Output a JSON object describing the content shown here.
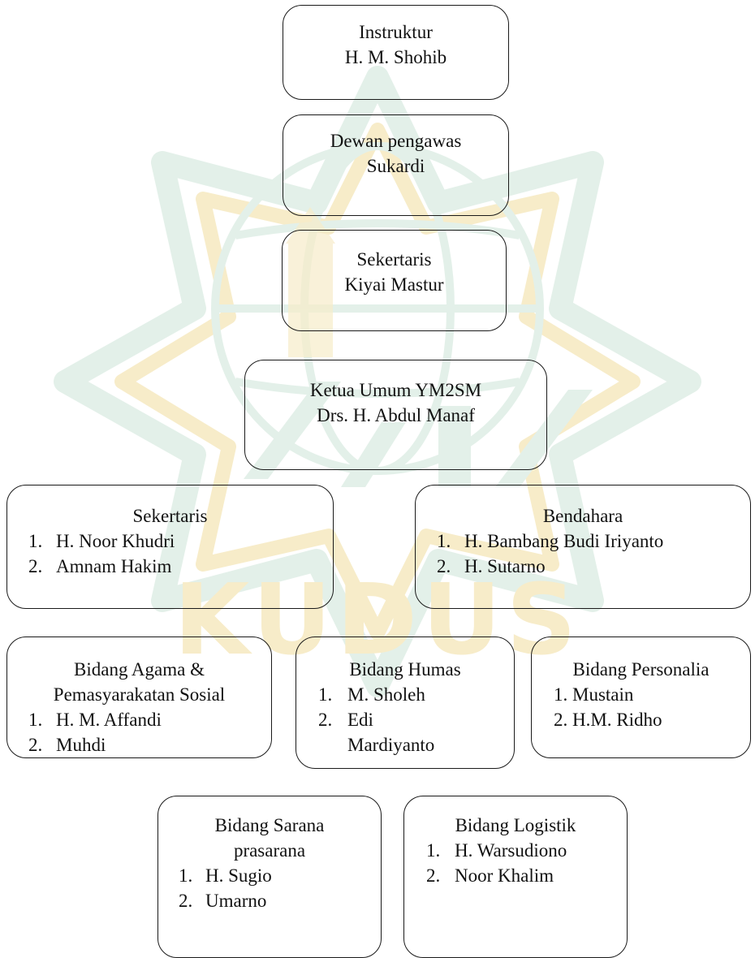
{
  "top_chain": [
    {
      "title": "Instruktur",
      "name": "H. M. Shohib"
    },
    {
      "title": "Dewan pengawas",
      "name": "Sukardi"
    },
    {
      "title": "Sekertaris",
      "name": "Kiyai Mastur"
    },
    {
      "title": "Ketua Umum YM2SM",
      "name": "Drs. H. Abdul Manaf"
    }
  ],
  "sekertaris_box": {
    "title": "Sekertaris",
    "members": [
      {
        "num": "1.",
        "name": "H. Noor Khudri"
      },
      {
        "num": "2.",
        "name": "Amnam Hakim"
      }
    ]
  },
  "bendahara_box": {
    "title": "Bendahara",
    "members": [
      {
        "num": "1.",
        "name": "H. Bambang Budi Iriyanto"
      },
      {
        "num": "2.",
        "name": "H. Sutarno"
      }
    ]
  },
  "agama_box": {
    "title_line1": "Bidang Agama &",
    "title_line2": "Pemasyarakatan Sosial",
    "members": [
      {
        "num": "1.",
        "name": "H. M. Affandi"
      },
      {
        "num": "2.",
        "name": "Muhdi"
      }
    ]
  },
  "humas_box": {
    "title": "Bidang Humas",
    "members": [
      {
        "num": "1.",
        "name": "M. Sholeh"
      },
      {
        "num": "2.",
        "name": "Edi"
      }
    ],
    "continuation": "Mardiyanto"
  },
  "personalia_box": {
    "title": "Bidang Personalia",
    "members": [
      {
        "label": "1. Mustain"
      },
      {
        "label": "2. H.M. Ridho"
      }
    ]
  },
  "sarana_box": {
    "title_line1": "Bidang Sarana",
    "title_line2": "prasarana",
    "members": [
      {
        "num": "1.",
        "name": "H. Sugio"
      },
      {
        "num": "2.",
        "name": "Umarno"
      }
    ]
  },
  "logistik_box": {
    "title": "Bidang Logistik",
    "members": [
      {
        "num": "1.",
        "name": "H. Warsudiono"
      },
      {
        "num": "2.",
        "name": "Noor Khalim"
      }
    ]
  },
  "watermark": {
    "text": "KUDUS",
    "colors": {
      "green": "#e3f0e9",
      "gold": "#f7ecc9"
    }
  }
}
